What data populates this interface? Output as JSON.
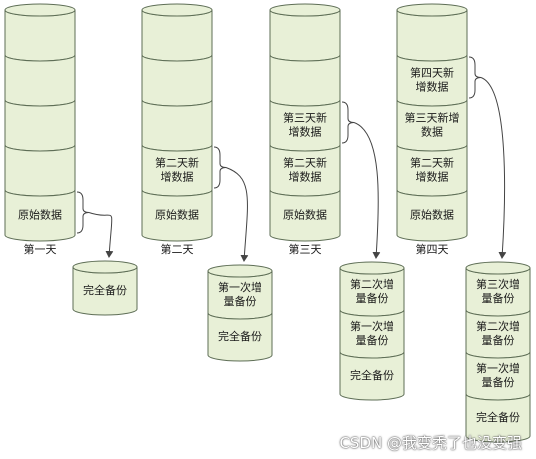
{
  "days": [
    {
      "label": "第一天",
      "segments": [
        "",
        "",
        "",
        "",
        "原始数据"
      ]
    },
    {
      "label": "第二天",
      "segments": [
        "",
        "",
        "",
        "第二天新\n增数据",
        "原始数据"
      ]
    },
    {
      "label": "第三天",
      "segments": [
        "",
        "",
        "第三天新\n增数据",
        "第二天新\n增数据",
        "原始数据"
      ]
    },
    {
      "label": "第四天",
      "segments": [
        "",
        "第四天新\n增数据",
        "第三天新增\n数据",
        "第二天新\n增数据",
        "原始数据"
      ]
    }
  ],
  "backups": [
    {
      "segments": [
        "完全备份"
      ]
    },
    {
      "segments": [
        "第一次增\n量备份",
        "完全备份"
      ]
    },
    {
      "segments": [
        "第二次增\n量备份",
        "第一次增\n量备份",
        "完全备份"
      ]
    },
    {
      "segments": [
        "第三次增\n量备份",
        "第二次增\n量备份",
        "第一次增\n量备份",
        "完全备份"
      ]
    }
  ],
  "watermark": "CSDN @我变秃了也没变强"
}
